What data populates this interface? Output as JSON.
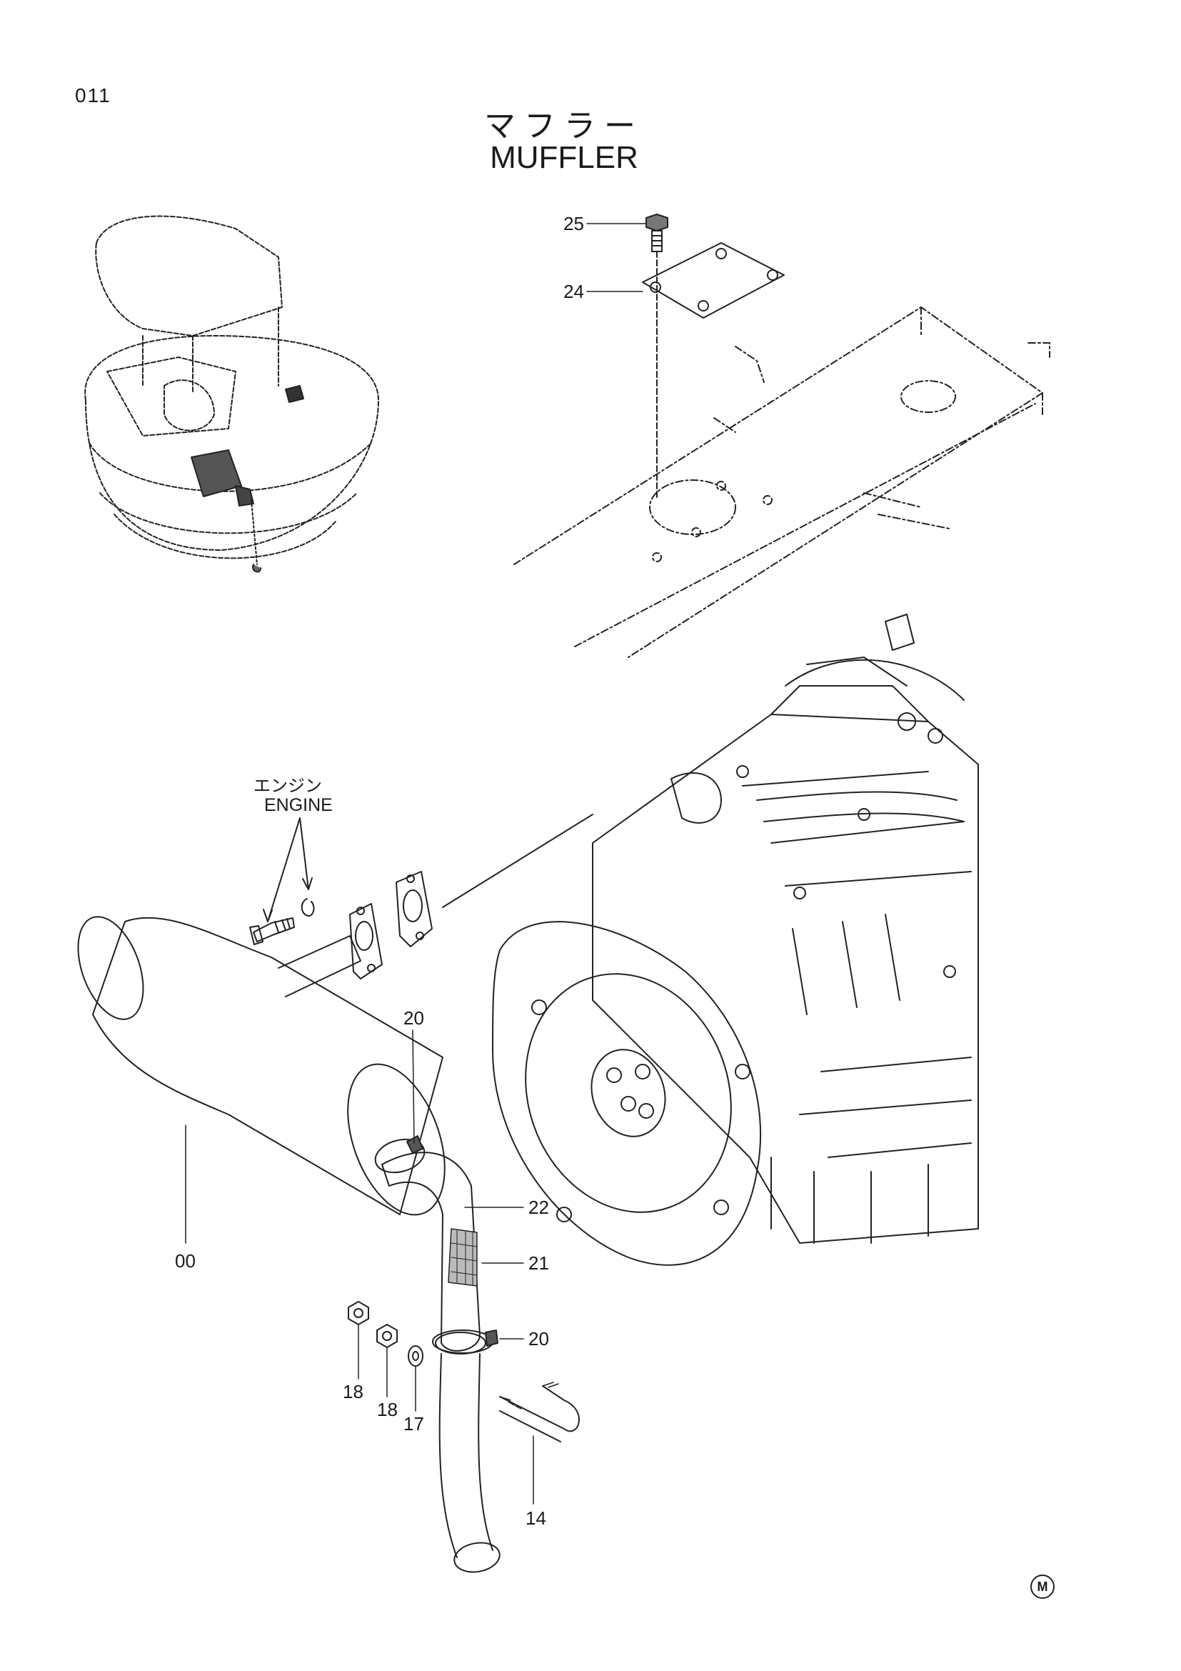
{
  "page_number": "011",
  "title_jp": "マフラー",
  "title_en": "MUFFLER",
  "engine_label_jp": "エンジン",
  "engine_label_en": "ENGINE",
  "callouts": {
    "c25": "25",
    "c24": "24",
    "c20a": "20",
    "c22": "22",
    "c00": "00",
    "c21": "21",
    "c20b": "20",
    "c18a": "18",
    "c18b": "18",
    "c17": "17",
    "c14": "14"
  },
  "manufacturer_mark": "M"
}
